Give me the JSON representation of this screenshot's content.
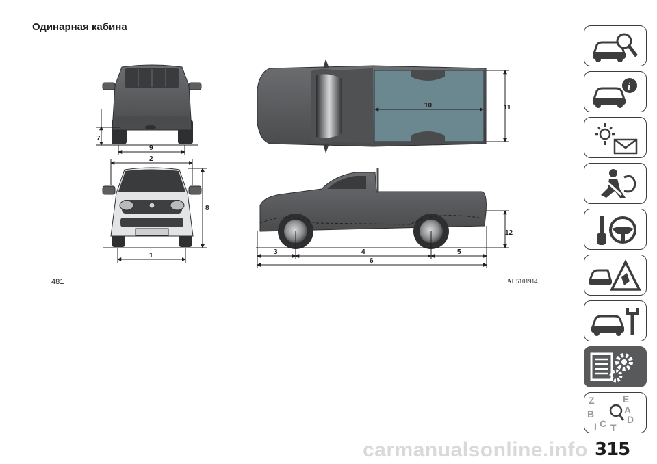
{
  "page": {
    "title": "Одинарная кабина",
    "figure_number": "481",
    "figure_code": "AH5101914",
    "page_number": "315",
    "watermark": "carmanualsonline.info"
  },
  "dimension_labels": {
    "d1": "1",
    "d2": "2",
    "d3": "3",
    "d4": "4",
    "d5": "5",
    "d6": "6",
    "d7": "7",
    "d8": "8",
    "d9": "9",
    "d10": "10",
    "d11": "11",
    "d12": "12"
  },
  "side_tabs": [
    {
      "icon": "car-search-icon",
      "active": false
    },
    {
      "icon": "car-info-icon",
      "active": false
    },
    {
      "icon": "warning-lights-message-icon",
      "active": false
    },
    {
      "icon": "seatbelt-airbag-icon",
      "active": false
    },
    {
      "icon": "steering-wheel-key-icon",
      "active": false
    },
    {
      "icon": "breakdown-warning-triangle-icon",
      "active": false
    },
    {
      "icon": "car-service-wrench-icon",
      "active": false
    },
    {
      "icon": "technical-specs-gears-icon",
      "active": true
    },
    {
      "icon": "alphabetical-index-icon",
      "active": false
    }
  ],
  "index_letters": [
    "Z",
    "E",
    "B",
    "A",
    "I",
    "C",
    "T",
    "D"
  ],
  "colors": {
    "car_body": "#58595b",
    "car_body_dark": "#3e3f41",
    "cargo_bed": "#6b8790",
    "active_tab": "#58595b",
    "tab_border": "#3d3d3d"
  }
}
